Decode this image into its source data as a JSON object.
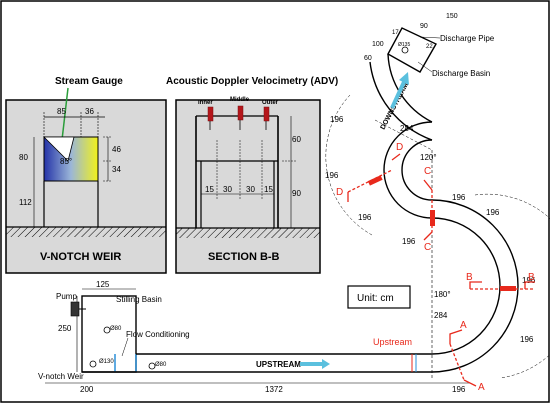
{
  "titles": {
    "stream_gauge": "Stream Gauge",
    "adv": "Acoustic Doppler Velocimetry (ADV)",
    "vnotch_weir": "V-NOTCH WEIR",
    "section_bb": "SECTION B-B"
  },
  "weir_dims": {
    "w1": "85",
    "w2": "36",
    "h1": "80",
    "h2": "46",
    "h3": "34",
    "h4": "112",
    "angle": "85°"
  },
  "section_dims": {
    "inner": "Inner",
    "middle": "Middle",
    "outer": "Outer",
    "h1": "60",
    "h2": "90",
    "b1": "15",
    "b2": "30",
    "b3": "30",
    "b4": "15"
  },
  "plan_labels": {
    "pump": "Pump",
    "stilling_basin": "Stilling Basin",
    "flow_conditioning": "Flow Conditioning",
    "vnotch_weir": "V-notch Weir",
    "upstream_arrow": "UPSTREAM",
    "downstream_arrow": "DOWNSTREAM",
    "upstream_section": "Upstream",
    "discharge_pipe": "Discharge Pipe",
    "discharge_basin": "Discharge Basin",
    "unit": "Unit: cm"
  },
  "plan_dims": {
    "d125": "125",
    "d250": "250",
    "d200": "200",
    "d1372": "1372",
    "p80a": "Ø80",
    "p80b": "Ø80",
    "p130": "Ø130",
    "p135": "Ø135",
    "d196": "196",
    "d284a": "284",
    "d284b": "284",
    "a120": "120°",
    "a180": "180°",
    "d150": "150",
    "d90": "90",
    "d100": "100",
    "d60": "60",
    "d17": "17",
    "d22": "22"
  },
  "sections": {
    "A": "A",
    "B": "B",
    "C": "C",
    "D": "D"
  },
  "colors": {
    "red": "#e8291c",
    "arrow": "#5bc0de",
    "panel": "#d9d9d9",
    "adv": "#b5161b"
  }
}
